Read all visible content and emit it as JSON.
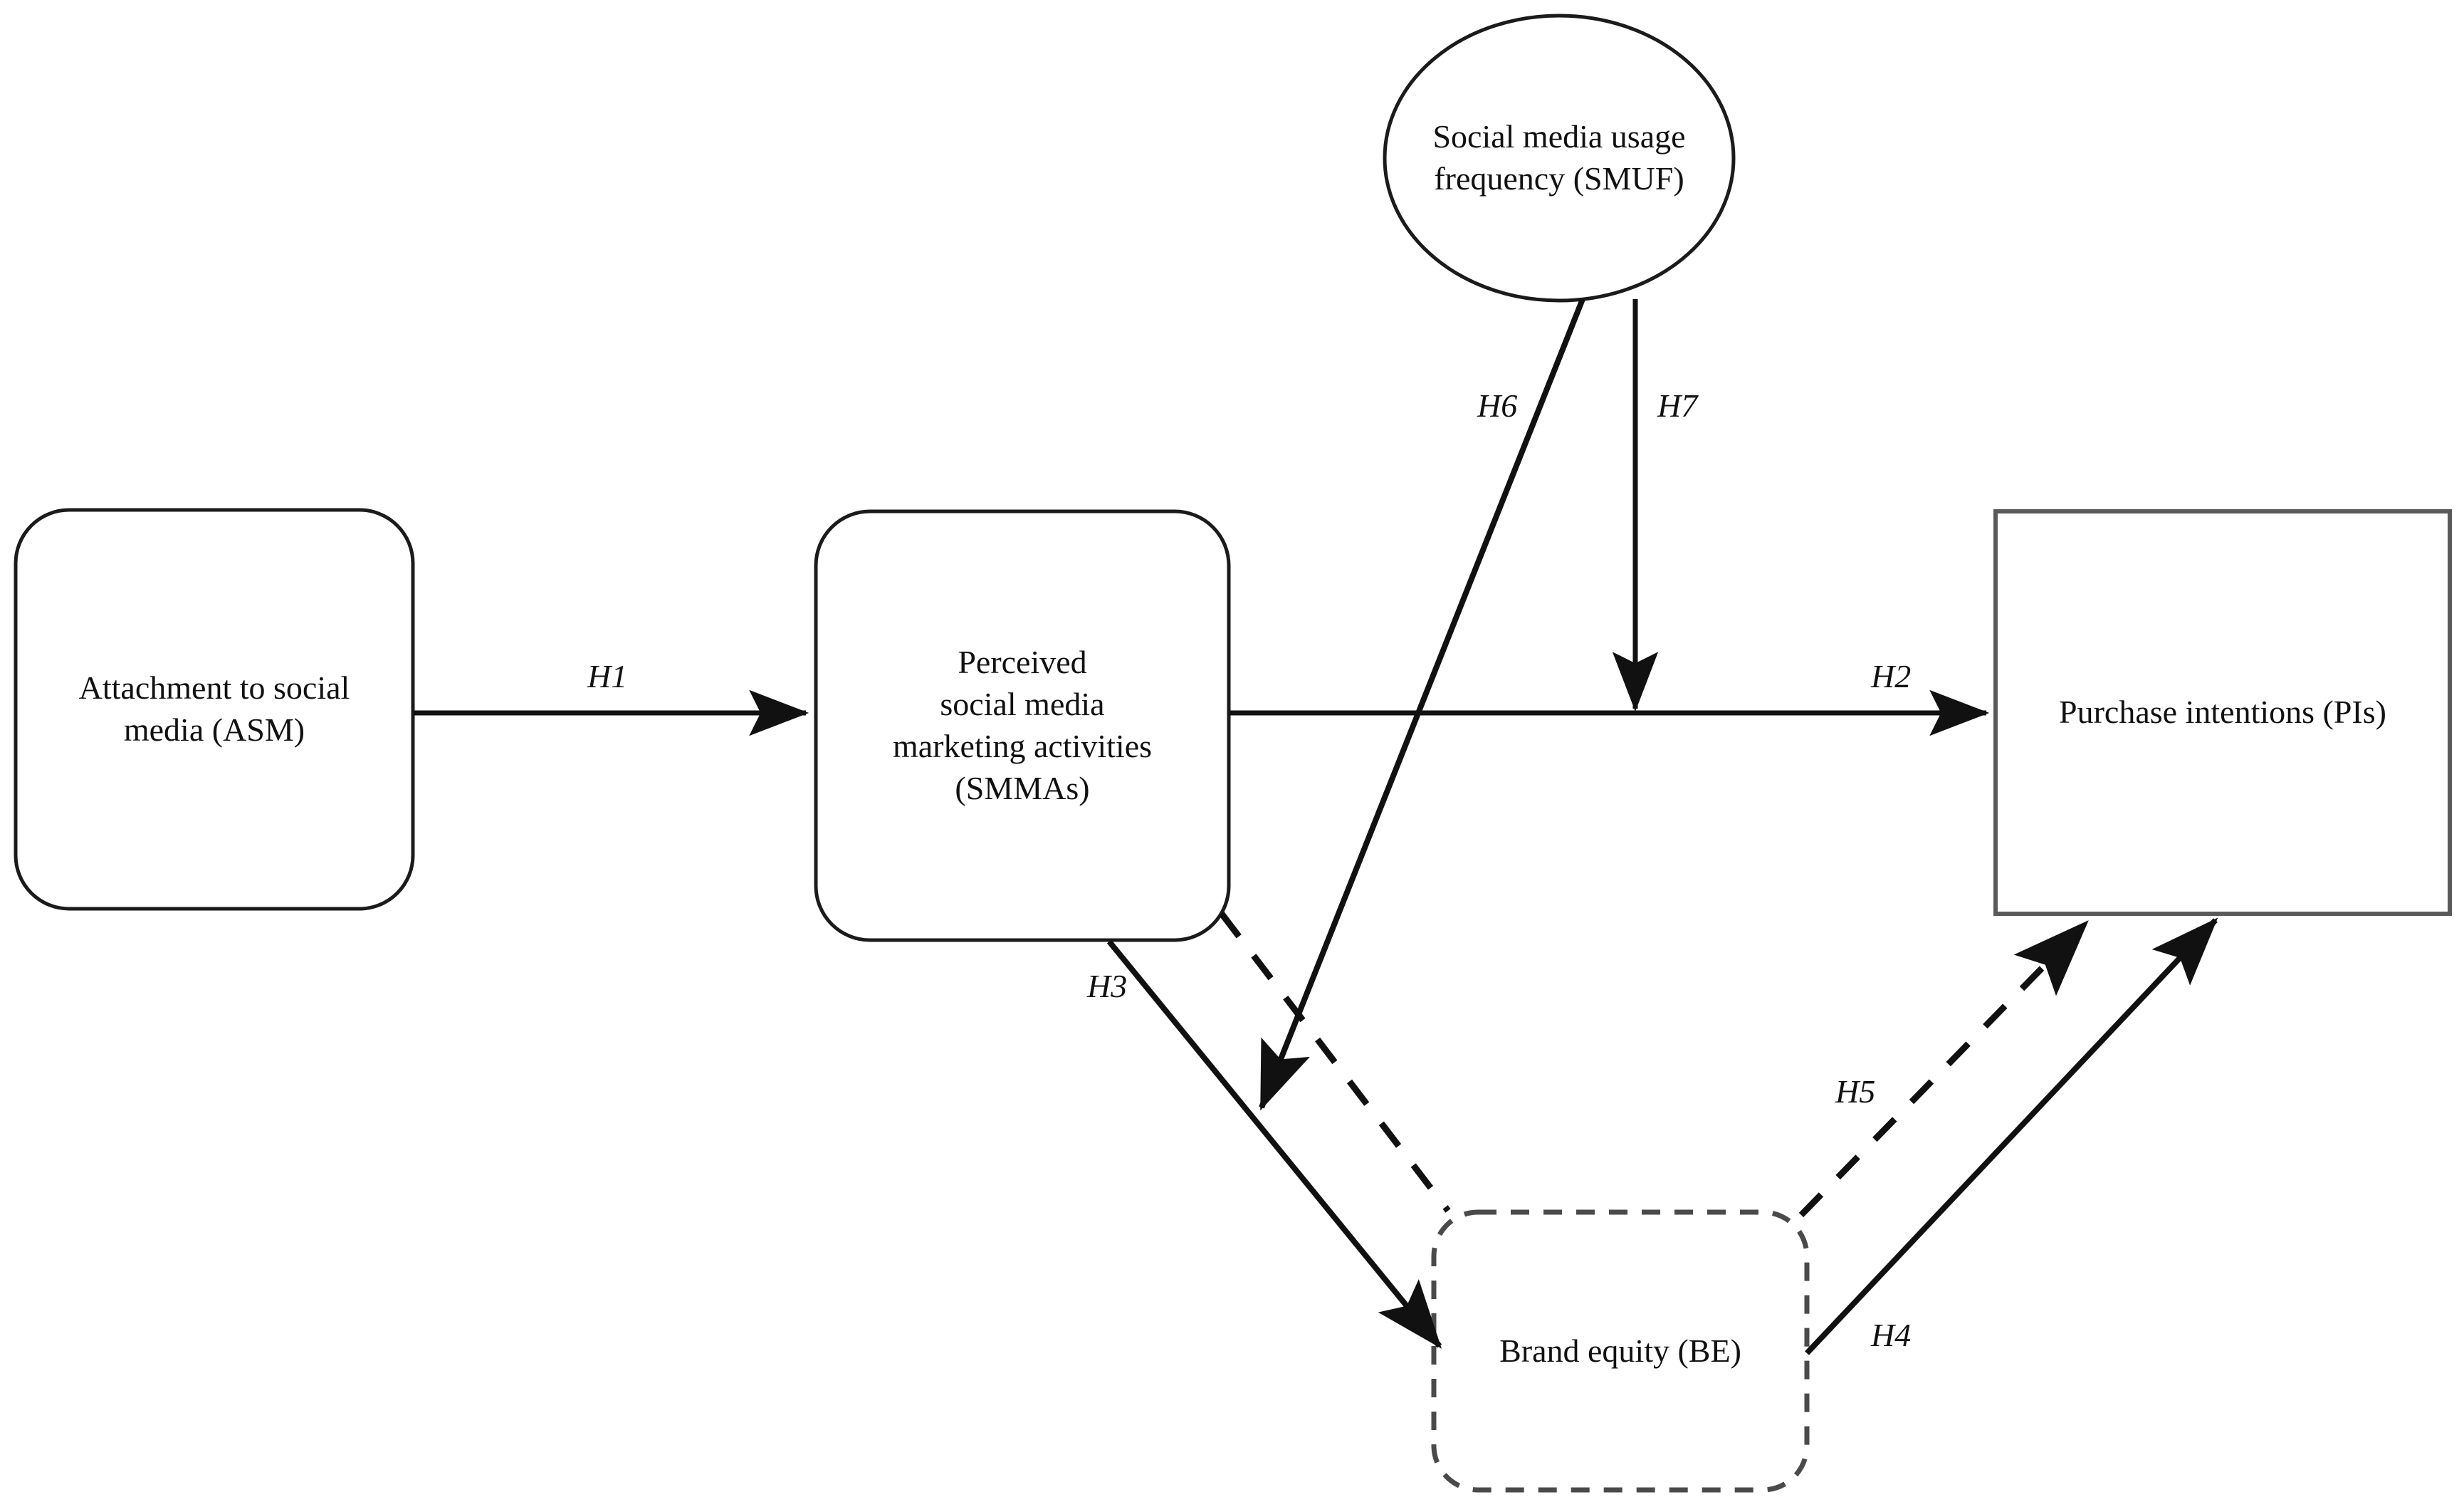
{
  "figure": {
    "type": "conceptual-model-diagram",
    "background_color": "#ffffff",
    "line_color": "#111111",
    "dashed_color": "#444444"
  },
  "nodes": {
    "asm": {
      "label": "Attachment to social\nmedia (ASM)",
      "shape": "rounded-rectangle",
      "border_style": "solid"
    },
    "smmas": {
      "label": "Perceived\nsocial media\nmarketing activities\n(SMMAs)",
      "shape": "rounded-rectangle",
      "border_style": "solid"
    },
    "pis": {
      "label": "Purchase intentions (PIs)",
      "shape": "rectangle",
      "border_style": "solid"
    },
    "be": {
      "label": "Brand equity (BE)",
      "shape": "rounded-rectangle",
      "border_style": "dashed"
    },
    "smuf": {
      "label": "Social media usage\nfrequency (SMUF)",
      "shape": "ellipse",
      "border_style": "solid"
    }
  },
  "paths": [
    {
      "id": "H1",
      "label": "H1",
      "from": "asm",
      "to": "smmas",
      "style": "solid",
      "arrow": true
    },
    {
      "id": "H2",
      "label": "H2",
      "from": "smmas",
      "to": "pis",
      "style": "solid",
      "arrow": true
    },
    {
      "id": "H3",
      "label": "H3",
      "from": "smmas",
      "to": "be",
      "style": "solid",
      "arrow": true
    },
    {
      "id": "H4",
      "label": "H4",
      "from": "be",
      "to": "pis",
      "style": "solid",
      "arrow": true
    },
    {
      "id": "H5",
      "label": "H5",
      "from": "be",
      "to": "pis",
      "style": "dashed",
      "arrow": true
    },
    {
      "id": "H6",
      "label": "H6",
      "from": "smuf",
      "to": "H3-path",
      "style": "solid",
      "arrow": true
    },
    {
      "id": "H7",
      "label": "H7",
      "from": "smuf",
      "to": "H2-path",
      "style": "solid",
      "arrow": true
    },
    {
      "id": "mediation",
      "label": "",
      "from": "smmas",
      "to": "be",
      "style": "dashed",
      "arrow": false
    }
  ]
}
